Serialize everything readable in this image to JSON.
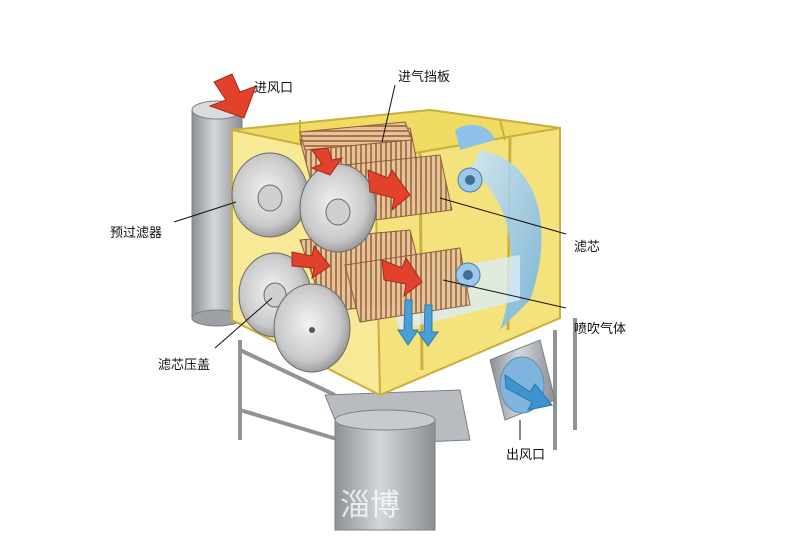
{
  "labels": {
    "inlet": "进风口",
    "inlet_baffle": "进气挡板",
    "prefilter": "预过滤器",
    "filter_cartridge": "滤芯",
    "pulse_gas": "喷吹气体",
    "cartridge_cover": "滤芯压盖",
    "outlet": "出风口"
  },
  "colors": {
    "housing": "#f3df6a",
    "housing_edge": "#c9b040",
    "airflow_red": "#e2412c",
    "airflow_blue": "#3f93cf",
    "steel": "#a9adb2",
    "pleat": "#c9a27a"
  },
  "watermark_text": "淄博"
}
